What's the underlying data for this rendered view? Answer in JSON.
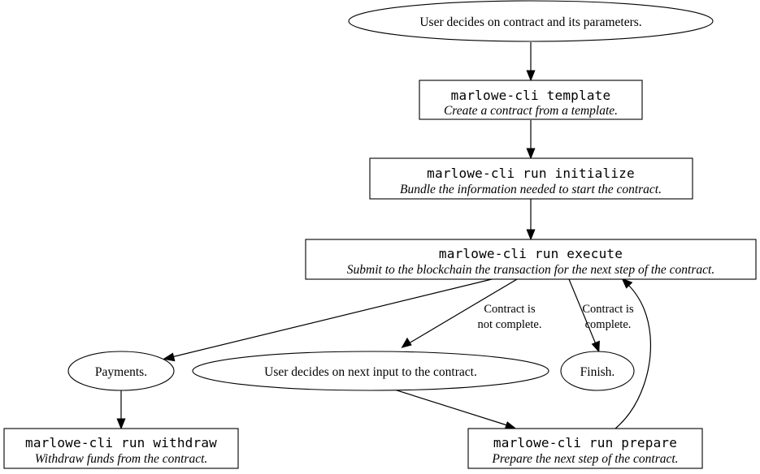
{
  "diagram": {
    "title": "Marlowe CLI contract lifecycle flowchart",
    "background_color": "#ffffff",
    "line_color": "#000000",
    "text_color": "#000000"
  },
  "nodes": {
    "start": {
      "shape": "ellipse",
      "text": "User decides on contract and its parameters."
    },
    "template": {
      "shape": "box",
      "command": "marlowe-cli template",
      "description": "Create a contract from a template."
    },
    "initialize": {
      "shape": "box",
      "command": "marlowe-cli run initialize",
      "description": "Bundle the information needed to start the contract."
    },
    "execute": {
      "shape": "box",
      "command": "marlowe-cli run execute",
      "description": "Submit to the blockchain the transaction for the next step of the contract."
    },
    "payments": {
      "shape": "ellipse",
      "text": "Payments."
    },
    "next_input": {
      "shape": "ellipse",
      "text": "User decides on next input to the contract."
    },
    "finish": {
      "shape": "ellipse",
      "text": "Finish."
    },
    "withdraw": {
      "shape": "box",
      "command": "marlowe-cli run withdraw",
      "description": "Withdraw funds from the contract."
    },
    "prepare": {
      "shape": "box",
      "command": "marlowe-cli run prepare",
      "description": "Prepare the next step of the contract."
    }
  },
  "edge_labels": {
    "not_complete_line1": "Contract is",
    "not_complete_line2": "not complete.",
    "complete_line1": "Contract is",
    "complete_line2": "complete."
  }
}
